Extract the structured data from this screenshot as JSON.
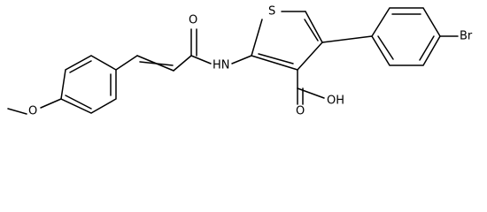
{
  "molecule": {
    "atoms": {
      "sulfur": "S",
      "bromine": "Br",
      "carboxyl_oxygen": "O",
      "hydroxyl": "OH",
      "amide_oxygen": "O",
      "amide_nitrogen": "HN",
      "ether_oxygen": "O"
    }
  }
}
